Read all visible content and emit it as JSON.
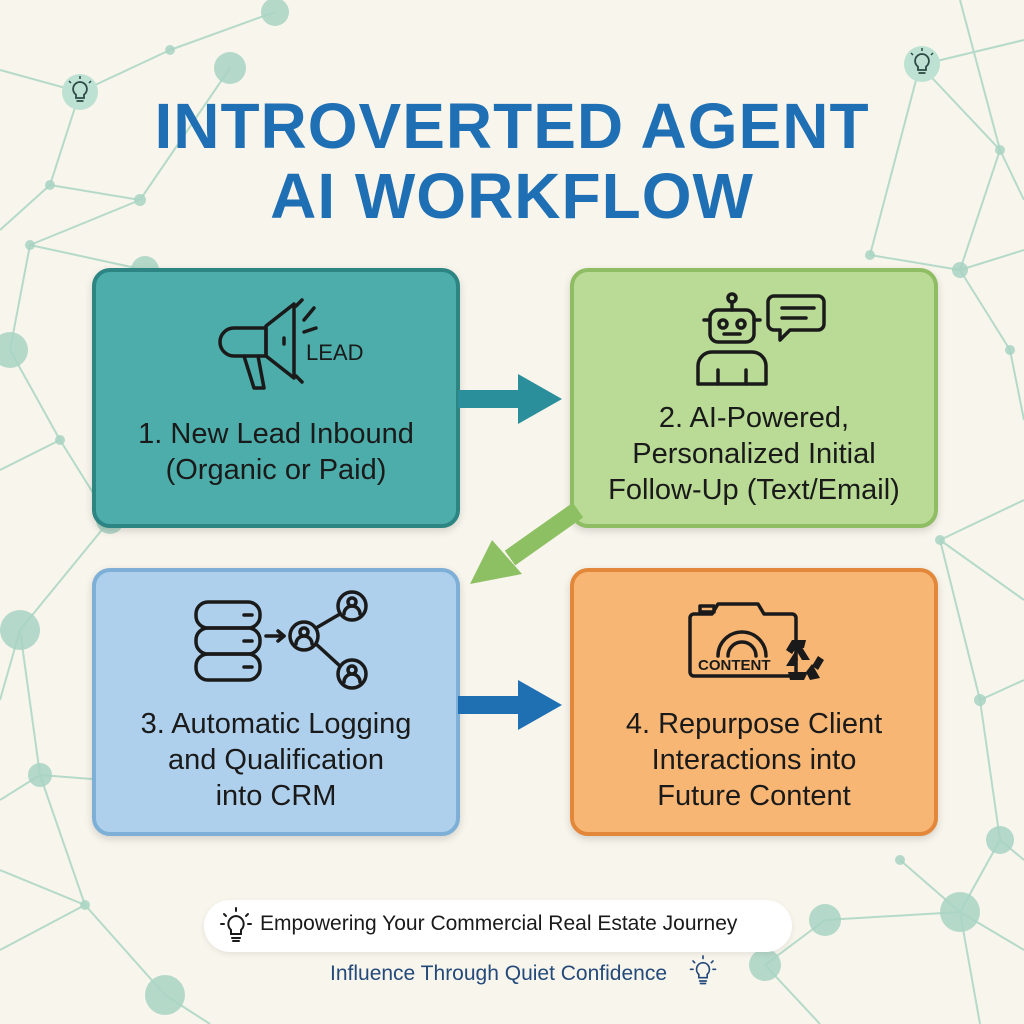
{
  "title": {
    "line1": "INTROVERTED AGENT",
    "line2": "AI WORKFLOW"
  },
  "steps": [
    {
      "text": "1. New Lead Inbound\n(Organic or Paid)",
      "icon": "megaphone-icon",
      "icon_label": "LEAD",
      "color": "#4cadaa"
    },
    {
      "text": "2. AI-Powered,\nPersonalized Initial\nFollow-Up (Text/Email)",
      "icon": "robot-chat-icon",
      "color": "#b9db95"
    },
    {
      "text": "3. Automatic Logging\nand Qualification\ninto CRM",
      "icon": "database-network-icon",
      "color": "#aed0ec"
    },
    {
      "text": "4. Repurpose Client\nInteractions into\nFuture Content",
      "icon": "camera-recycle-icon",
      "icon_label": "CONTENT",
      "color": "#f8b674"
    }
  ],
  "footer": {
    "banner": "Empowering Your Commercial Real Estate Journey",
    "tagline": "Influence Through Quiet Confidence"
  },
  "colors": {
    "title": "#1e6fb3",
    "arrow_teal": "#2a8f9b",
    "arrow_green": "#8dc063",
    "arrow_blue": "#1f6fb3",
    "network_line": "#a9d3c3"
  }
}
